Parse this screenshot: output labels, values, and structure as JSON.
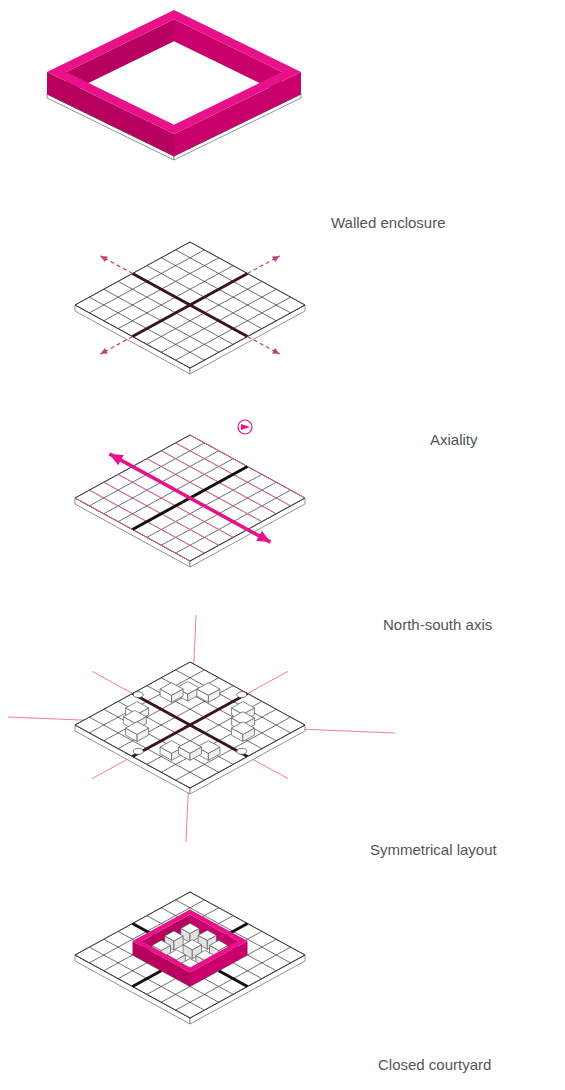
{
  "diagram": {
    "labels": [
      "Walled enclosure",
      "Axiality",
      "North-south axis",
      "Symmetrical layout",
      "Closed courtyard"
    ]
  }
}
